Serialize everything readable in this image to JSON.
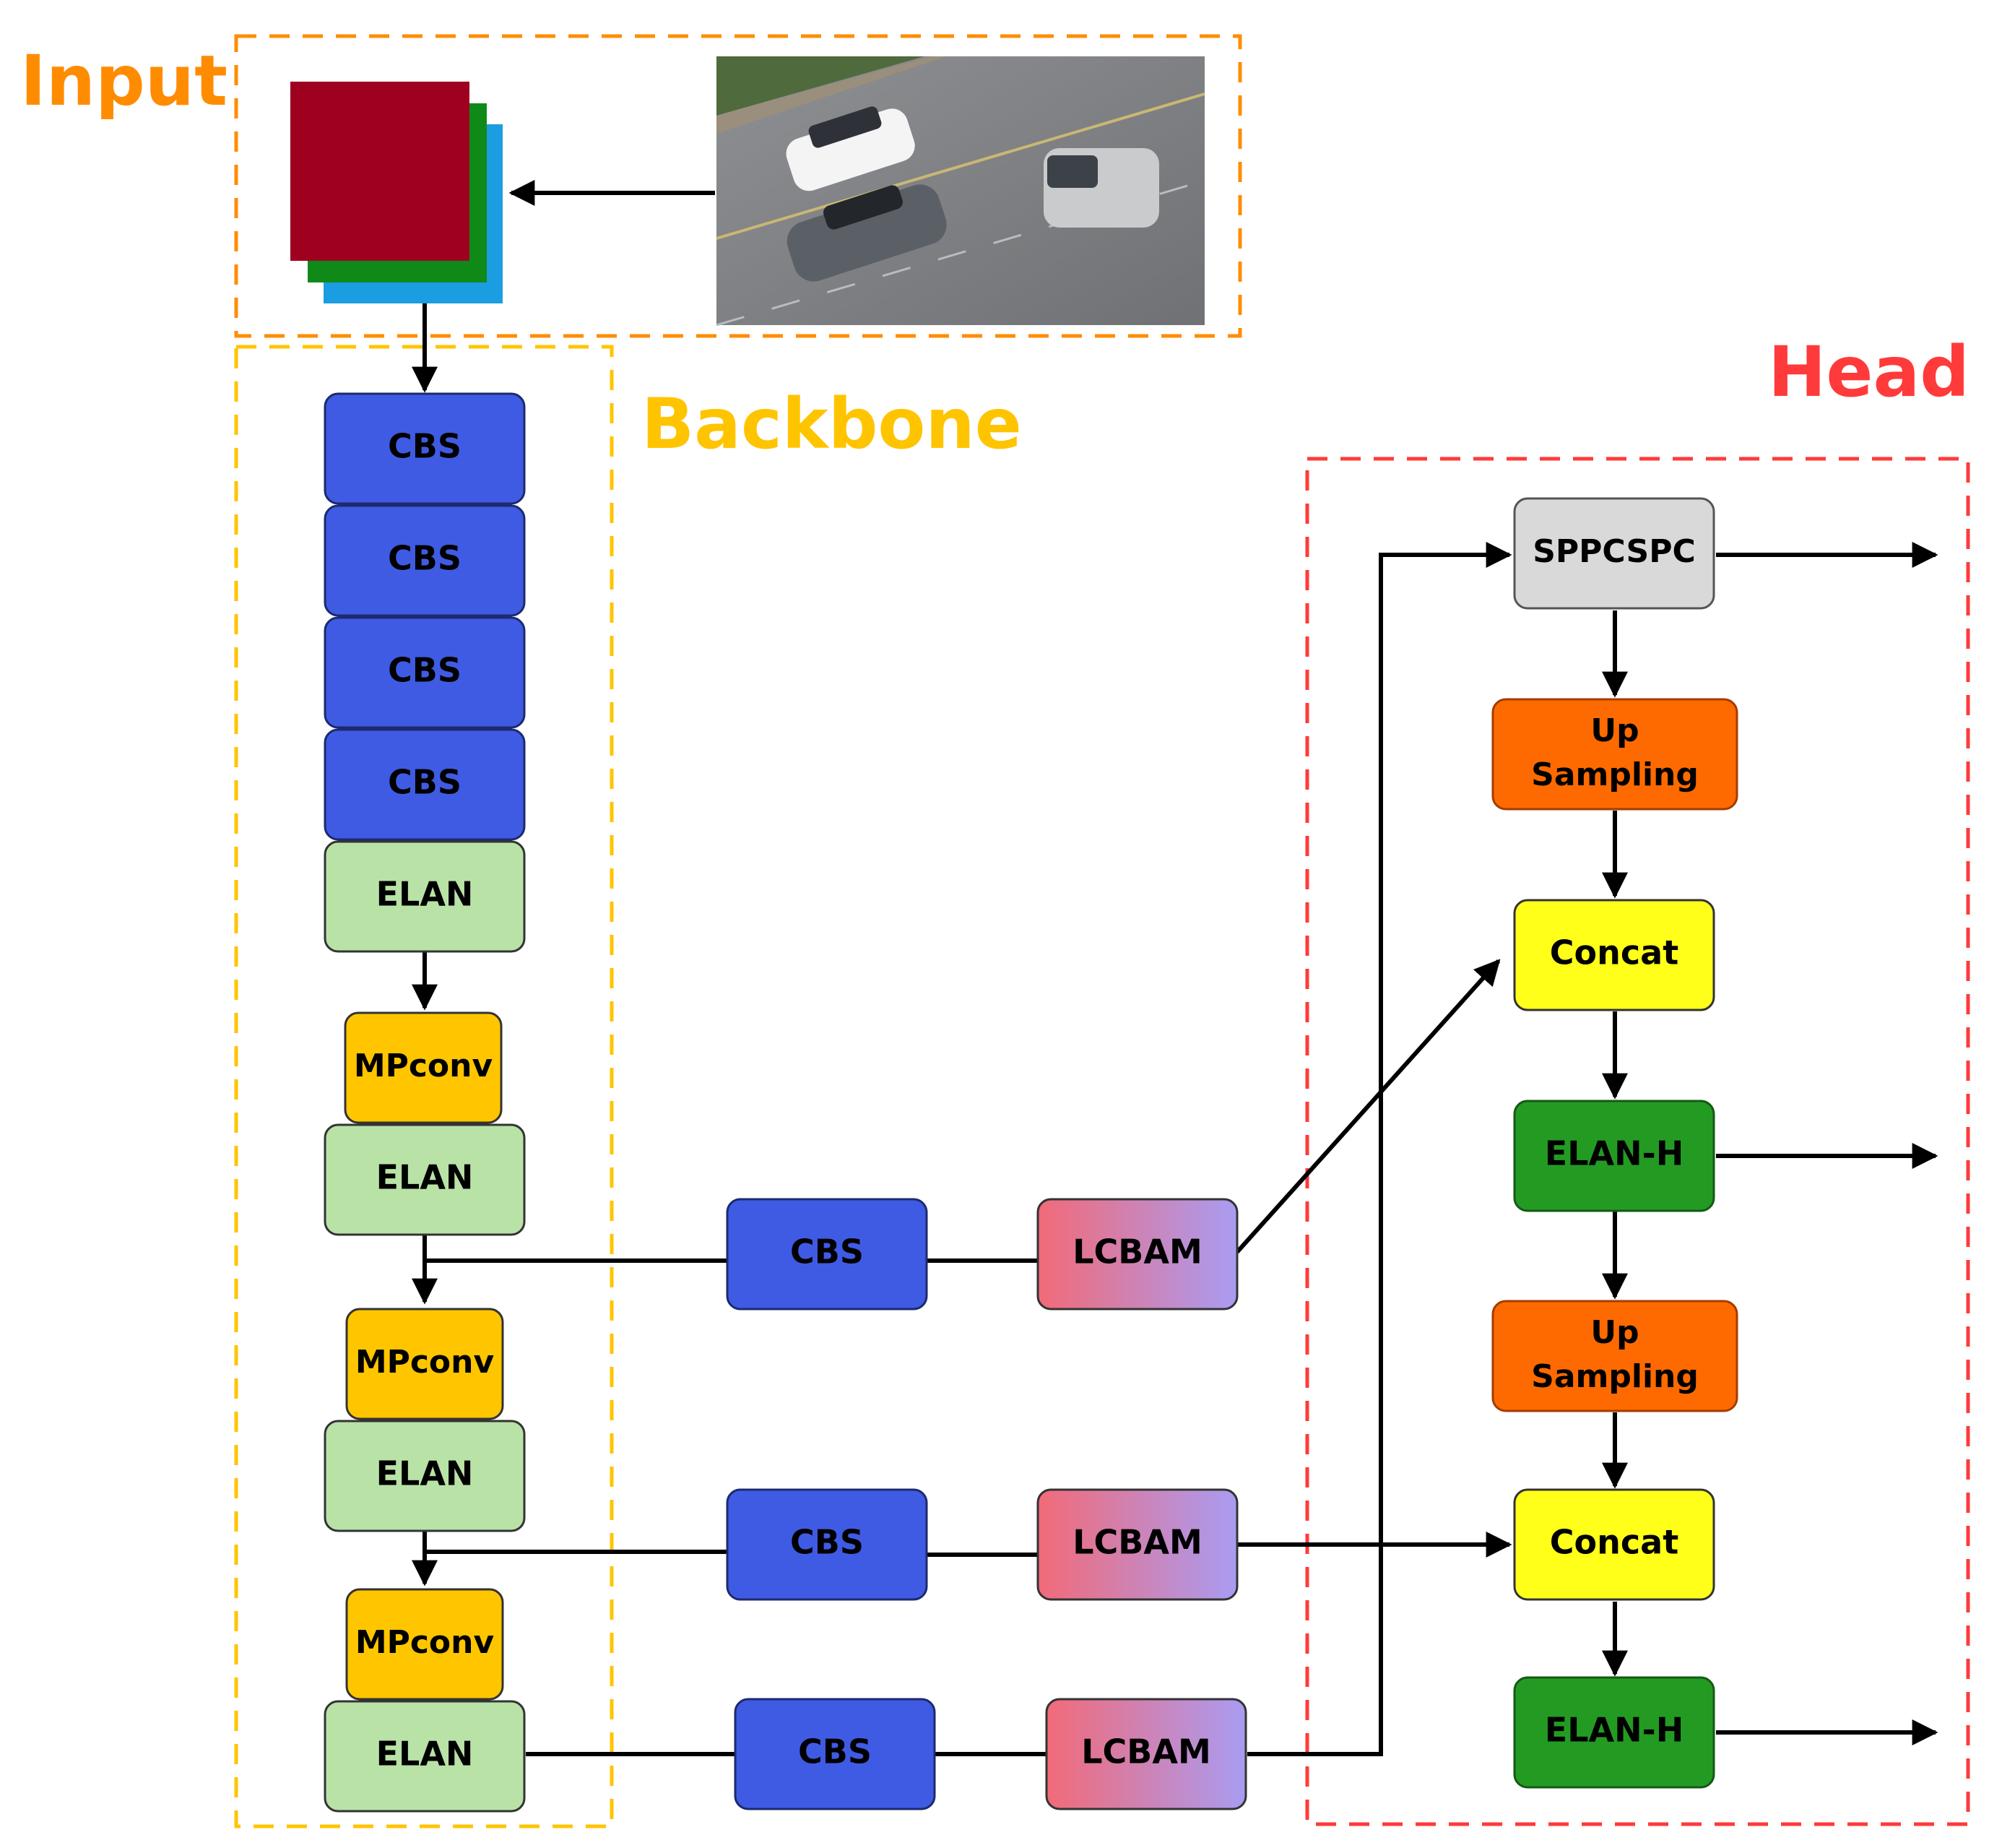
{
  "sections": {
    "input": {
      "label": "Input",
      "color": "#FF8C00"
    },
    "backbone": {
      "label": "Backbone",
      "color": "#FFC400"
    },
    "head": {
      "label": "Head",
      "color": "#FF3A3A"
    }
  },
  "colors": {
    "cbs": "#3F5BE4",
    "elan": "#B9E2A7",
    "mpconv": "#FFC600",
    "sppcspc": "#D9D9D9",
    "upsampling": "#FF6A00",
    "concat": "#FFFF1A",
    "elan_h": "#239B23",
    "lcbam_start": "#F26A78",
    "lcbam_end": "#A99CF2",
    "channel_r": "#A00020",
    "channel_g": "#0F8A19",
    "channel_b": "#1B9DE2"
  },
  "input_image": {
    "alt_icon": "road-with-cars-photo"
  },
  "backbone": {
    "cbs": [
      "CBS",
      "CBS",
      "CBS",
      "CBS"
    ],
    "elan1": "ELAN",
    "mpconv1": "MPconv",
    "elan2": "ELAN",
    "mpconv2": "MPconv",
    "elan3": "ELAN",
    "mpconv3": "MPconv",
    "elan4": "ELAN"
  },
  "branches": [
    {
      "cbs": "CBS",
      "lcbam": "LCBAM"
    },
    {
      "cbs": "CBS",
      "lcbam": "LCBAM"
    },
    {
      "cbs": "CBS",
      "lcbam": "LCBAM"
    }
  ],
  "head": {
    "sppcspc": "SPPCSPC",
    "up1": [
      "Up",
      "Sampling"
    ],
    "concat1": "Concat",
    "elanh1": "ELAN-H",
    "up2": [
      "Up",
      "Sampling"
    ],
    "concat2": "Concat",
    "elanh2": "ELAN-H"
  }
}
